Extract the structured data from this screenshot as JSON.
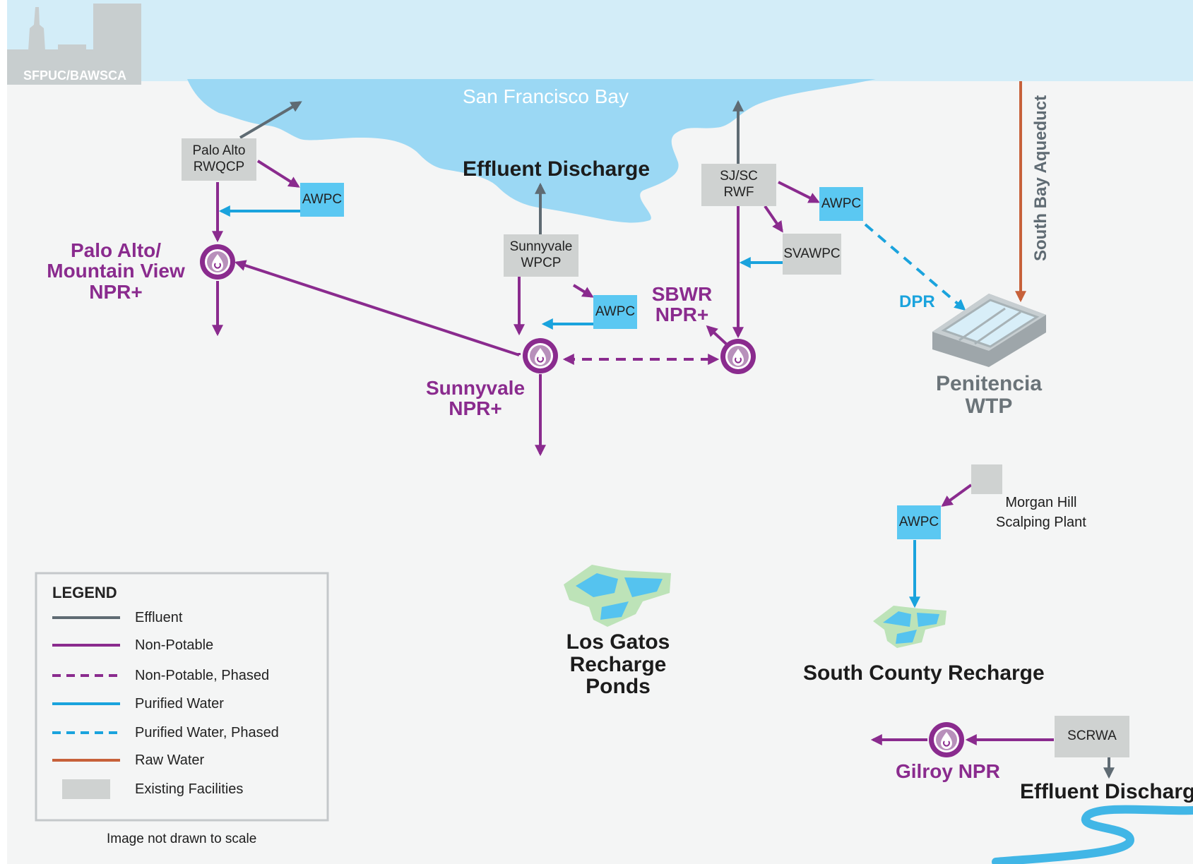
{
  "bay": {
    "name": "San Francisco Bay",
    "effluent_discharge": "Effluent Discharge"
  },
  "sfpuc_label": "SFPUC/BAWSCA",
  "aqueduct_label": "South Bay Aqueduct",
  "facilities": {
    "palo_alto_rwqcp": "Palo Alto\nRWQCP",
    "sunnyvale_wpcp": "Sunnyvale\nWPCP",
    "sjsc_rwf": "SJ/SC\nRWF",
    "svawpc": "SVAWPC",
    "scrwa": "SCRWA",
    "morgan_hill": "Morgan Hill\nScalping Plant"
  },
  "awpc_label": "AWPC",
  "hubs": {
    "palo_alto": "Palo Alto/\nMountain View\nNPR+",
    "sunnyvale": "Sunnyvale\nNPR+",
    "sbwr": "SBWR\nNPR+",
    "gilroy": "Gilroy NPR"
  },
  "dpr_label": "DPR",
  "penitencia": "Penitencia\nWTP",
  "los_gatos": "Los Gatos\nRecharge Ponds",
  "south_county": "South County Recharge",
  "gilroy_discharge": "Effluent Discharge",
  "legend": {
    "title": "LEGEND",
    "items": [
      {
        "label": "Effluent",
        "color": "#5f6b73",
        "style": "solid"
      },
      {
        "label": "Non-Potable",
        "color": "#8a2b8e",
        "style": "solid"
      },
      {
        "label": "Non-Potable, Phased",
        "color": "#8a2b8e",
        "style": "dashed"
      },
      {
        "label": "Purified Water",
        "color": "#1aa3dd",
        "style": "solid"
      },
      {
        "label": "Purified Water, Phased",
        "color": "#1aa3dd",
        "style": "dashed"
      },
      {
        "label": "Raw Water",
        "color": "#c7613a",
        "style": "solid"
      },
      {
        "label": "Existing Facilities",
        "color": "#cfd2d1",
        "style": "box"
      }
    ],
    "note": "Image not drawn to scale"
  },
  "colors": {
    "background": "#f4f5f5",
    "bay_light": "#d3edf8",
    "bay_water": "#9bd8f4",
    "facility": "#cfd2d1",
    "awpc": "#5bc8f2",
    "purple": "#8a2b8e",
    "effluent": "#5f6b73",
    "purified": "#1aa3dd",
    "raw": "#c7613a"
  }
}
